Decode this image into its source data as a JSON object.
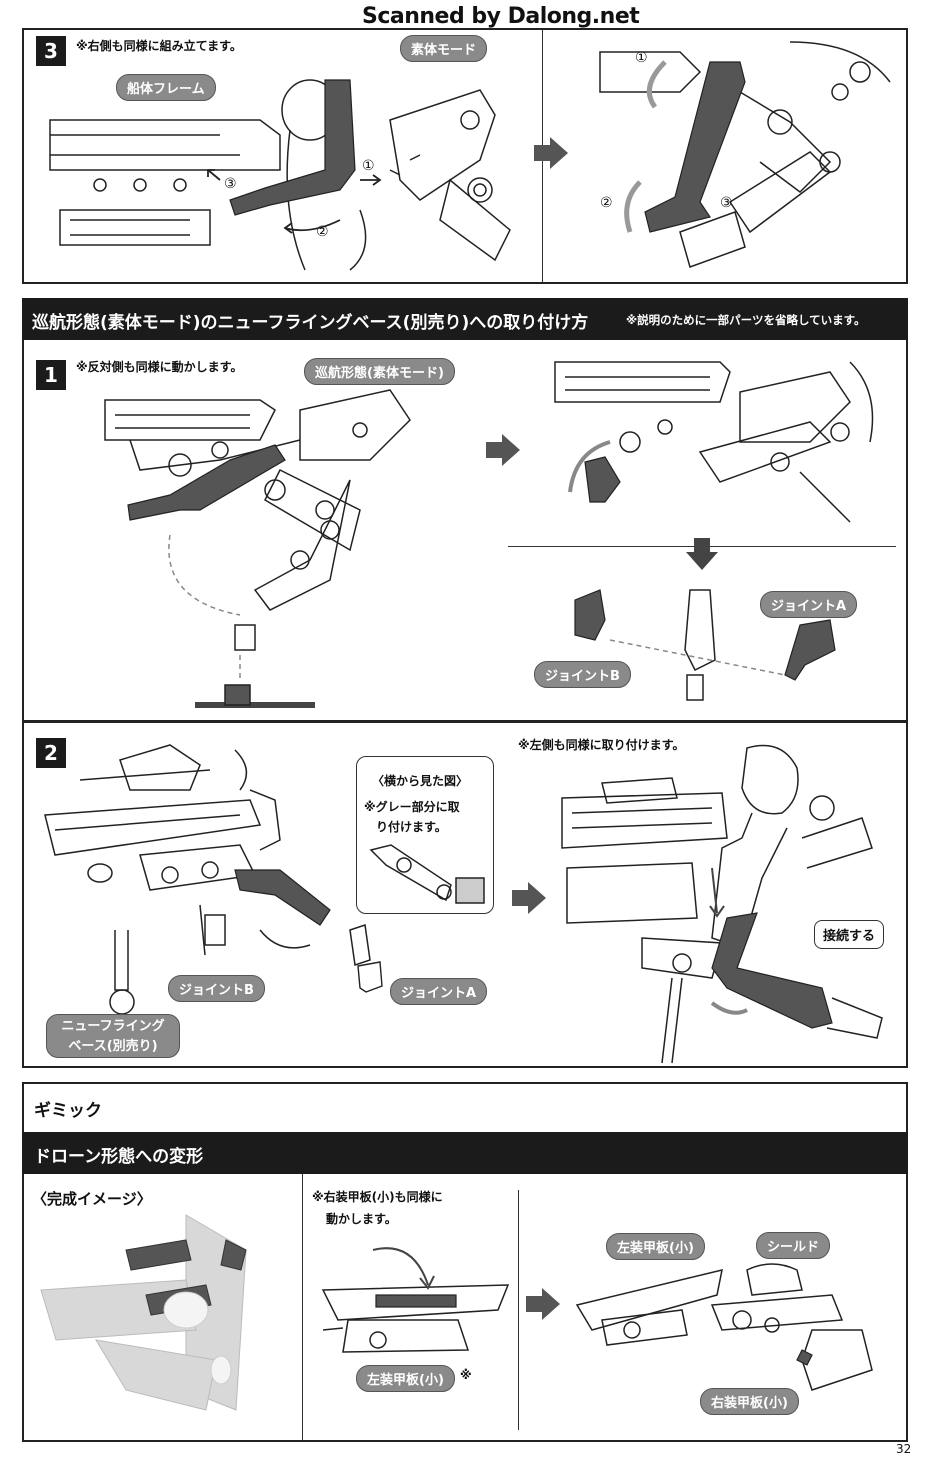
{
  "watermark": "Scanned by Dalong.net",
  "page_number": "32",
  "step3": {
    "num": "3",
    "note": "※右側も同様に組み立てます。",
    "label_body_mode": "素体モード",
    "label_hull_frame": "船体フレーム",
    "markers": [
      "①",
      "②",
      "③"
    ]
  },
  "section_cruise": {
    "title": "巡航形態(素体モード)のニューフライングベース(別売り)への取り付け方",
    "note": "※説明のために一部パーツを省略しています。",
    "step1": {
      "num": "1",
      "note": "※反対側も同様に動かします。",
      "label_cruise": "巡航形態(素体モード)",
      "label_joint_a": "ジョイントA",
      "label_joint_b": "ジョイントB"
    },
    "step2": {
      "num": "2",
      "callout_title": "〈横から見た図〉",
      "callout_line1": "※グレー部分に取",
      "callout_line2": "り付けます。",
      "label_joint_b": "ジョイントB",
      "label_joint_a": "ジョイントA",
      "label_base_line1": "ニューフライング",
      "label_base_line2": "ベース(別売り)",
      "note_left": "※左側も同様に取り付けます。",
      "label_connect": "接続する"
    }
  },
  "gimmick": {
    "title": "ギミック",
    "subtitle": "ドローン形態への変形",
    "complete_image": "〈完成イメージ〉",
    "note_line1": "※右装甲板(小)も同様に",
    "note_line2": "動かします。",
    "label_left_armor": "左装甲板(小)",
    "asterisk": "※",
    "label_left_armor2": "左装甲板(小)",
    "label_shield": "シールド",
    "label_right_armor": "右装甲板(小)"
  }
}
